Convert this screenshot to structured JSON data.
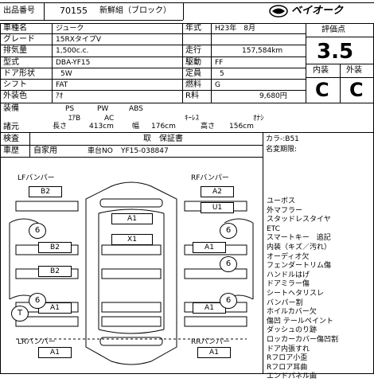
{
  "header": {
    "lot_label": "出品番号",
    "lot_number": "70155",
    "logo_text": "ベイオーク",
    "grp": "新鮮組（ブロック）"
  },
  "spec": {
    "name_label": "車種名",
    "name_value": "ジューク",
    "grade_label": "グレード",
    "grade_value": "15RXタイプV",
    "displacement_label": "排気量",
    "displacement_value": "1,500c.c.",
    "type_label": "型式",
    "type_value": "DBA-YF15",
    "door_label": "ドア形状",
    "door_value": "5W",
    "shift_label": "シフト",
    "shift_value": "FAT",
    "color_label": "外装色",
    "color_value": "ｱｵ",
    "year_label": "年式",
    "year_value": "H23年　8月",
    "mileage_label": "走行",
    "mileage_value": "157,584km",
    "drive_label": "駆動",
    "drive_value": "FF",
    "capacity_label": "定員",
    "capacity_value": "5",
    "fuel_label": "燃料",
    "fuel_value": "G",
    "tax_label": "R料",
    "tax_value": "9,680円"
  },
  "rating": {
    "title": "評価点",
    "score": "3.5",
    "interior_label": "内装",
    "exterior_label": "外装",
    "interior_grade": "C",
    "exterior_grade": "C"
  },
  "equipment": {
    "label": "装備",
    "row1": [
      "PS",
      "PW",
      "ABS"
    ],
    "row2": [
      "ｴｱB",
      "AC",
      "ｷｰﾚｽ",
      "ｵﾅｼ"
    ]
  },
  "dimensions": {
    "label": "諸元",
    "length_label": "長さ",
    "length_value": "413cm",
    "width_label": "幅",
    "width_value": "176cm",
    "height_label": "高さ",
    "height_value": "156cm"
  },
  "inspection": {
    "label": "検査",
    "value": "取　保証書"
  },
  "history": {
    "label": "車歴",
    "value": "自家用",
    "chassis_label": "車台NO",
    "chassis_value": "YF15-038847"
  },
  "right_info": {
    "color_code": "カラ-:B51",
    "name_change": "名変期限:"
  },
  "diagram": {
    "lf_label": "LFバンパー",
    "rf_label": "RFバンパー",
    "lr_label": "LRバンパー",
    "rr_label": "RRバンパー",
    "marks": {
      "lf_bumper": "B2",
      "rf_bumper": "A2",
      "rf_fender": "U1",
      "hood": "A1",
      "roof": "X1",
      "l_front_door": "B2",
      "r_front_door": "A1",
      "l_rear_door": "B2",
      "l_rear_quarter": "A1",
      "r_rear_quarter": "A1",
      "lr_bumper": "A1",
      "rr_bumper": "A1"
    },
    "tire_marks": [
      "6",
      "6",
      "6",
      "6",
      "6"
    ],
    "t_mark": "T"
  },
  "notes": [
    "ユーボス",
    "外マフラー",
    "スタッドレスタイヤ",
    "ETC",
    "スマートキー　追記",
    "内装（キズ／汚れ）",
    "オーディオ欠",
    "フェンダートリム傷",
    "ハンドルはげ",
    "ドアミラー傷",
    "シートヘタリスレ",
    "バンパー割",
    "ホイルカバー欠",
    "傷凹 テールペイント",
    "ダッシュのり跡",
    "ロッカーカバー傷凹割",
    "ドア内張すれ",
    "Rフロア小歪",
    "Rフロア耳曲",
    "エンドパネル曲"
  ]
}
